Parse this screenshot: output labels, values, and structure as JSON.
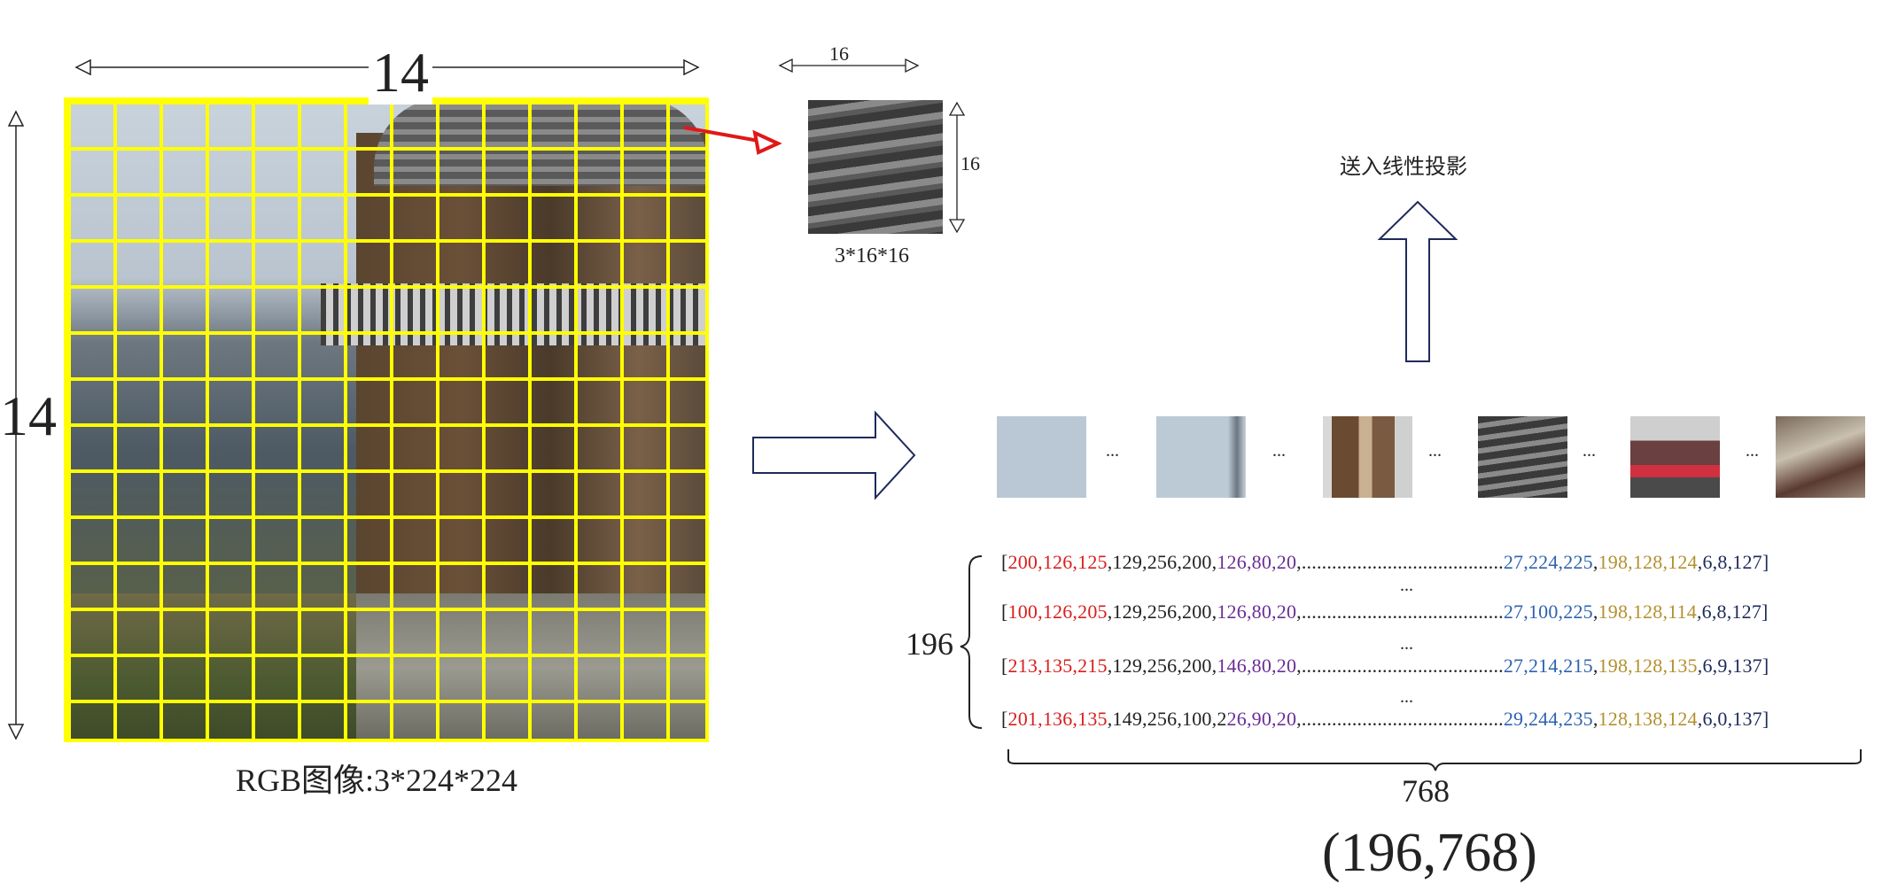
{
  "labels": {
    "grid_top": "14",
    "grid_left": "14",
    "rgb_caption": "RGB图像:3*224*224",
    "patch_width": "16",
    "patch_height": "16",
    "patch_caption": "3*16*16",
    "projection": "送入线性投影",
    "ellipsis": "...",
    "rows_count": "196",
    "row_dim": "768",
    "shape": "(196,768)"
  },
  "rows": [
    {
      "red": "200,126,125",
      "black": ",129,256,200,",
      "purple": "126,80,20",
      "dots": ",........................................",
      "blue": "27,224,225",
      "comma1": ",",
      "gold": "198,128,124",
      "navy": ",6,8,127]"
    },
    {
      "red": "100,126,205",
      "black": ",129,256,200,",
      "purple": "126,80,20",
      "dots": ",........................................",
      "blue": "27,100,225",
      "comma1": ",",
      "gold": "198,128,114",
      "navy": ",6,8,127]"
    },
    {
      "red": "213,135,215",
      "black": ",129,256,200,",
      "purple": "146,80,20",
      "dots": ",........................................",
      "blue": "27,214,215",
      "comma1": ",",
      "gold": "198,128,135",
      "navy": ",6,9,137]"
    },
    {
      "red": "201,136,135",
      "black": ",149,256,100,2",
      "purple": "26,90,20",
      "dots": ",........................................",
      "blue": "29,244,235",
      "comma1": ",",
      "gold": "128,138,124",
      "navy": ",6,0,137]"
    }
  ],
  "row_ellipsis": "...",
  "bracket_open": "[",
  "colors": {
    "grid": "#ffff00",
    "red_arrow": "#e01818",
    "arrow_outline": "#1e2a5a"
  }
}
